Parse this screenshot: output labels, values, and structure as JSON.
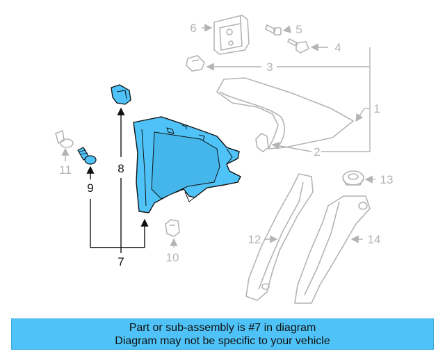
{
  "callouts": [
    {
      "id": "1",
      "text": "1"
    },
    {
      "id": "2",
      "text": "2"
    },
    {
      "id": "3",
      "text": "3"
    },
    {
      "id": "4",
      "text": "4"
    },
    {
      "id": "5",
      "text": "5"
    },
    {
      "id": "6",
      "text": "6"
    },
    {
      "id": "7",
      "text": "7"
    },
    {
      "id": "8",
      "text": "8"
    },
    {
      "id": "9",
      "text": "9"
    },
    {
      "id": "10",
      "text": "10"
    },
    {
      "id": "11",
      "text": "11"
    },
    {
      "id": "12",
      "text": "12"
    },
    {
      "id": "13",
      "text": "13"
    },
    {
      "id": "14",
      "text": "14"
    }
  ],
  "colors": {
    "highlight_part": "#4fc3f7",
    "faded_part": "#b4b4b4",
    "outline_dark": "#111111",
    "banner_bg": "#4fc3f7"
  },
  "banner": {
    "line1": "Part or sub-assembly is #7 in diagram",
    "line2": "Diagram may not be specific to your vehicle"
  }
}
